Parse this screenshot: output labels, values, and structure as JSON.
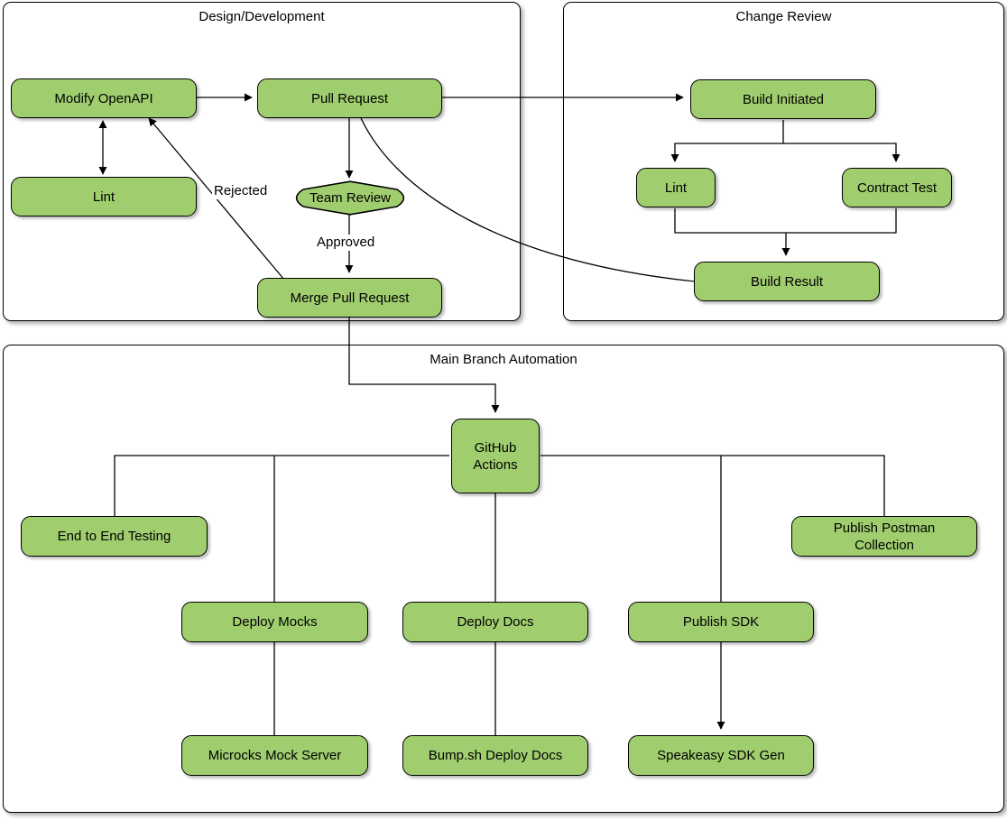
{
  "diagram": {
    "type": "flowchart",
    "style": {
      "node_fill": "#A0CE6F",
      "node_stroke": "#000000",
      "container_fill": "#FFFFFF",
      "container_stroke": "#000000",
      "edge_stroke": "#000000",
      "text_color": "#000000"
    },
    "groups": [
      {
        "id": "design",
        "title": "Design/Development"
      },
      {
        "id": "review",
        "title": "Change Review"
      },
      {
        "id": "main",
        "title": "Main Branch Automation"
      }
    ],
    "nodes": {
      "modify_openapi": {
        "label": "Modify OpenAPI",
        "group": "design",
        "shape": "rounded-rect"
      },
      "lint_design": {
        "label": "Lint",
        "group": "design",
        "shape": "rounded-rect"
      },
      "pull_request": {
        "label": "Pull Request",
        "group": "design",
        "shape": "rounded-rect"
      },
      "team_review": {
        "label": "Team Review",
        "group": "design",
        "shape": "rhombus"
      },
      "merge_pr": {
        "label": "Merge Pull Request",
        "group": "design",
        "shape": "rounded-rect"
      },
      "build_initiated": {
        "label": "Build Initiated",
        "group": "review",
        "shape": "rounded-rect"
      },
      "lint_review": {
        "label": "Lint",
        "group": "review",
        "shape": "rounded-rect"
      },
      "contract_test": {
        "label": "Contract Test",
        "group": "review",
        "shape": "rounded-rect"
      },
      "build_result": {
        "label": "Build Result",
        "group": "review",
        "shape": "rounded-rect"
      },
      "github_actions": {
        "label": "GitHub\nActions",
        "group": "main",
        "shape": "rounded-rect"
      },
      "e2e_testing": {
        "label": "End to End Testing",
        "group": "main",
        "shape": "rounded-rect"
      },
      "deploy_mocks": {
        "label": "Deploy Mocks",
        "group": "main",
        "shape": "rounded-rect"
      },
      "deploy_docs": {
        "label": "Deploy Docs",
        "group": "main",
        "shape": "rounded-rect"
      },
      "publish_sdk": {
        "label": "Publish SDK",
        "group": "main",
        "shape": "rounded-rect"
      },
      "publish_postman": {
        "label": "Publish Postman\nCollection",
        "group": "main",
        "shape": "rounded-rect"
      },
      "microcks": {
        "label": "Microcks Mock Server",
        "group": "main",
        "shape": "rounded-rect"
      },
      "bumpsh": {
        "label": "Bump.sh Deploy Docs",
        "group": "main",
        "shape": "rounded-rect"
      },
      "speakeasy": {
        "label": "Speakeasy SDK Gen",
        "group": "main",
        "shape": "rounded-rect"
      }
    },
    "edge_labels": {
      "rejected": "Rejected",
      "approved": "Approved"
    },
    "edges": [
      {
        "from": "modify_openapi",
        "to": "lint_design",
        "label": "",
        "arrow": "both"
      },
      {
        "from": "modify_openapi",
        "to": "pull_request",
        "label": "",
        "arrow": "end"
      },
      {
        "from": "pull_request",
        "to": "team_review",
        "label": "",
        "arrow": "end"
      },
      {
        "from": "pull_request",
        "to": "build_initiated",
        "label": "",
        "arrow": "end"
      },
      {
        "from": "pull_request",
        "to": "build_result",
        "label": "",
        "arrow": "none"
      },
      {
        "from": "team_review",
        "to": "merge_pr",
        "label": "Approved",
        "arrow": "end"
      },
      {
        "from": "merge_pr",
        "to": "modify_openapi",
        "label": "Rejected",
        "arrow": "end"
      },
      {
        "from": "merge_pr",
        "to": "github_actions",
        "label": "",
        "arrow": "end"
      },
      {
        "from": "build_initiated",
        "to": "lint_review",
        "label": "",
        "arrow": "end"
      },
      {
        "from": "build_initiated",
        "to": "contract_test",
        "label": "",
        "arrow": "end"
      },
      {
        "from": "lint_review",
        "to": "build_result",
        "label": "",
        "arrow": "end"
      },
      {
        "from": "contract_test",
        "to": "build_result",
        "label": "",
        "arrow": "end"
      },
      {
        "from": "github_actions",
        "to": "e2e_testing",
        "label": "",
        "arrow": "none"
      },
      {
        "from": "github_actions",
        "to": "deploy_mocks",
        "label": "",
        "arrow": "none"
      },
      {
        "from": "github_actions",
        "to": "deploy_docs",
        "label": "",
        "arrow": "none"
      },
      {
        "from": "github_actions",
        "to": "publish_sdk",
        "label": "",
        "arrow": "none"
      },
      {
        "from": "github_actions",
        "to": "publish_postman",
        "label": "",
        "arrow": "none"
      },
      {
        "from": "deploy_mocks",
        "to": "microcks",
        "label": "",
        "arrow": "none"
      },
      {
        "from": "deploy_docs",
        "to": "bumpsh",
        "label": "",
        "arrow": "none"
      },
      {
        "from": "publish_sdk",
        "to": "speakeasy",
        "label": "",
        "arrow": "end"
      }
    ]
  }
}
